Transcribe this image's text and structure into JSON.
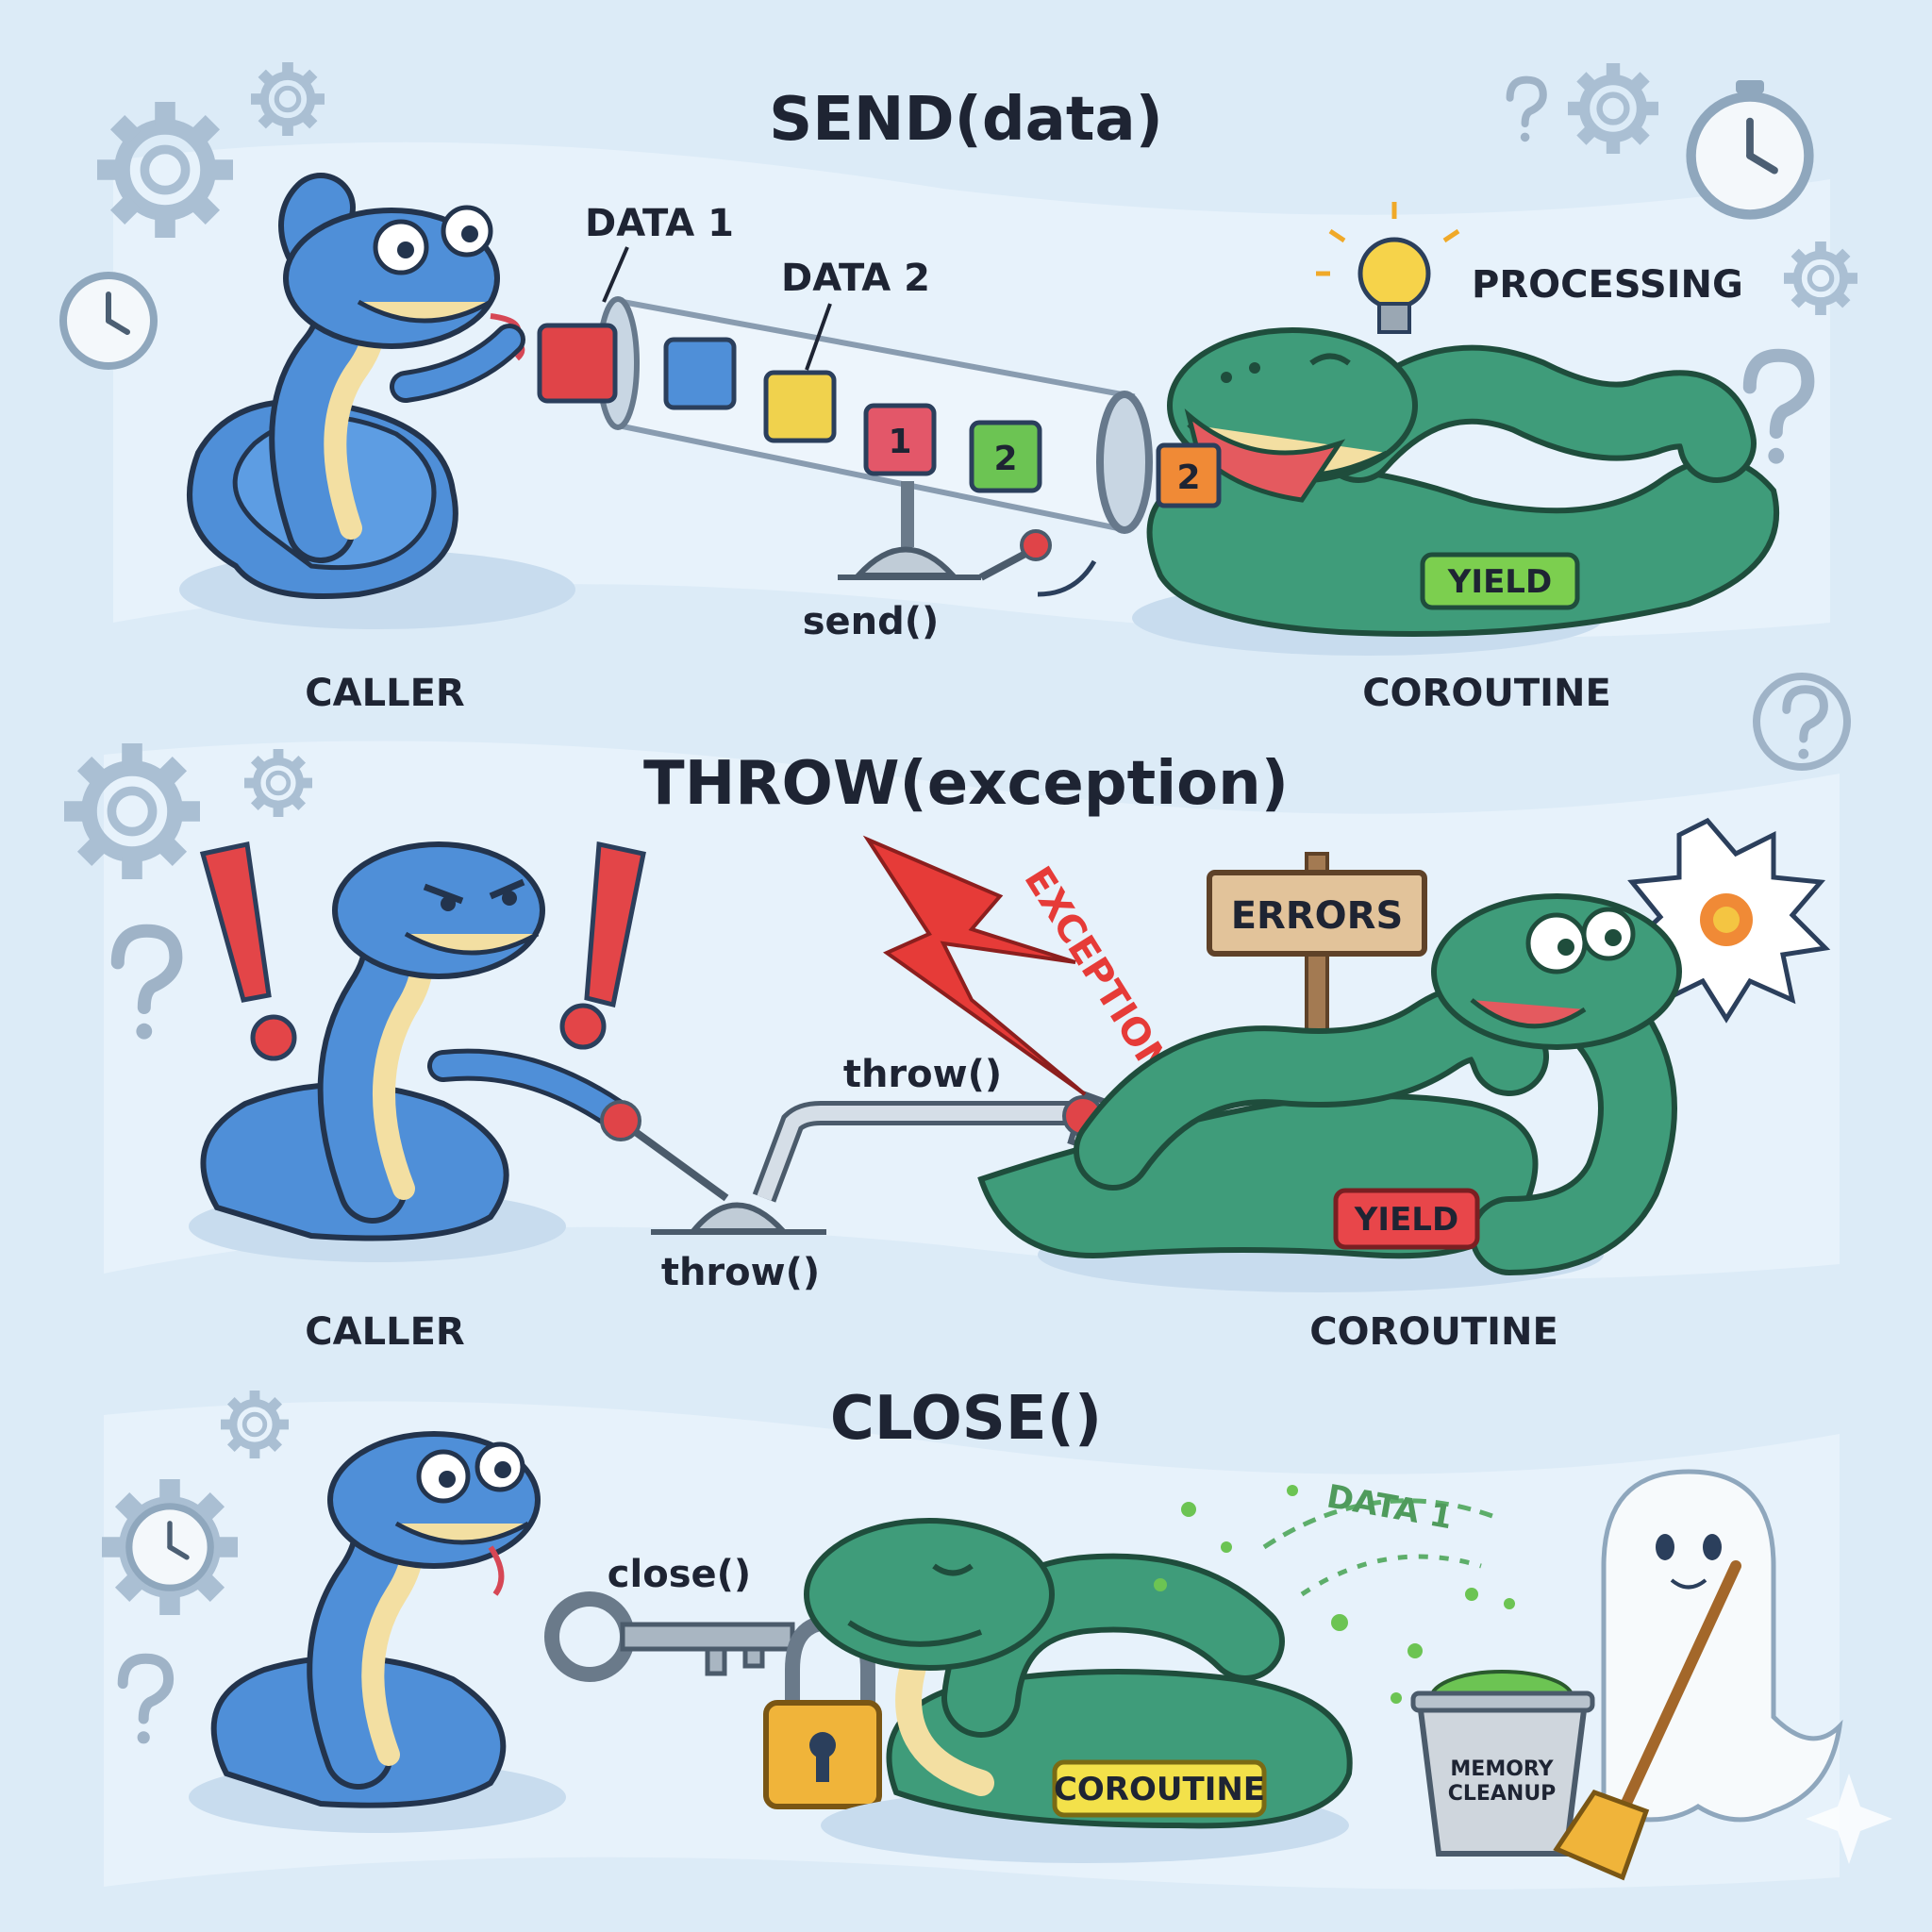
{
  "send": {
    "title": "SEND(data)",
    "data1": "DATA 1",
    "data2": "DATA 2",
    "processing": "PROCESSING",
    "lever": "send()",
    "caller": "CALLER",
    "coroutine": "COROUTINE",
    "yield": "YIELD",
    "box1": "1",
    "box2": "2",
    "mouth_box": "2"
  },
  "throw": {
    "title": "THROW(exception)",
    "exception": "EXCEPTION",
    "errors_sign": "ERRORS",
    "pipe_label": "throw()",
    "lever": "throw()",
    "caller": "CALLER",
    "coroutine": "COROUTINE",
    "yield": "YIELD"
  },
  "close": {
    "title": "CLOSE()",
    "key_label": "close()",
    "coroutine_tag": "COROUTINE",
    "data_fragment": "DATA 1",
    "bin_line1": "MEMORY",
    "bin_line2": "CLEANUP"
  },
  "colors": {
    "caller_snake": "#4f8fd8",
    "coroutine_snake": "#3f9c7a",
    "belly": "#f3dfa2",
    "background": "#dcebf7",
    "yield_send": "#7ccf4f",
    "yield_throw": "#e8464a",
    "coroutine_tag": "#f3e14a"
  },
  "icons": [
    "gear-icon",
    "clock-icon",
    "stopwatch-icon",
    "question-icon",
    "lightbulb-icon",
    "lightning-icon",
    "explosion-icon",
    "key-icon",
    "padlock-icon",
    "trash-bin-icon",
    "ghost-icon",
    "broom-icon"
  ]
}
